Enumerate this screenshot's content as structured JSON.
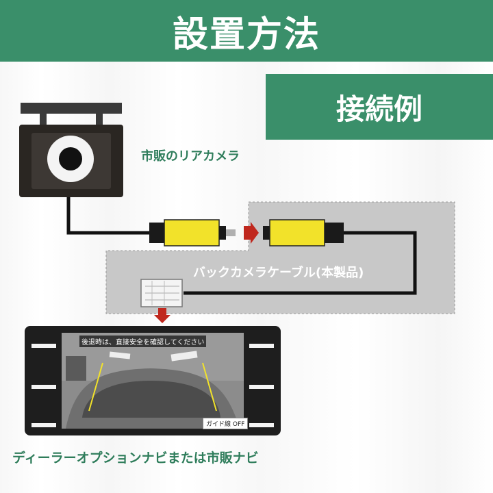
{
  "header": {
    "title": "設置方法"
  },
  "badge": {
    "label": "接続例"
  },
  "labels": {
    "rear_camera": "市販のリアカメラ",
    "cable": "バックカメラケーブル(本製品)",
    "navi": "ディーラーオプションナビまたは市販ナビ"
  },
  "screen": {
    "warning": "後退時は、直接安全を確認してください",
    "guide": "ガイド線 OFF"
  },
  "colors": {
    "brand_green": "#3a8f6a",
    "label_green": "#2f7d5b",
    "connector_yellow": "#f2e22a",
    "arrow_red": "#c0281e",
    "cable_box_gray": "#c8c8c8"
  }
}
